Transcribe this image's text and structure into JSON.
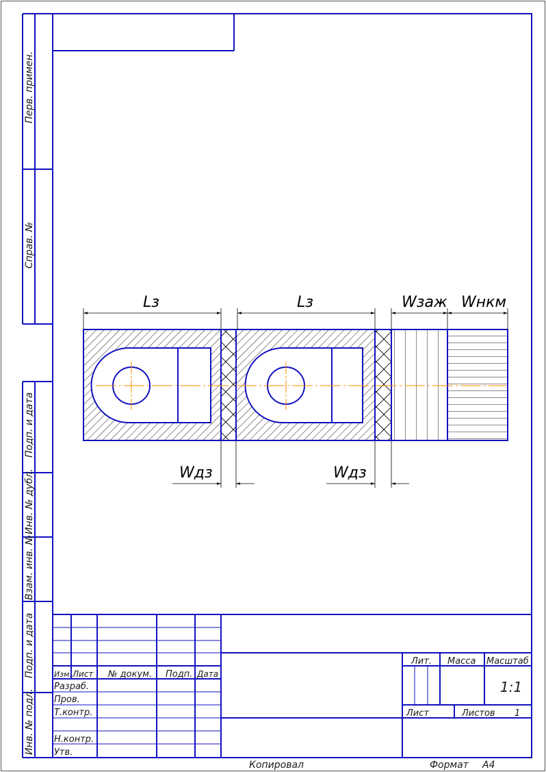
{
  "side_labels": {
    "perv_primen": "Перв. примен.",
    "sprav_no": "Справ. №",
    "podp_data_1": "Подп. и дата",
    "inv_dubl": "Инв. № дубл.",
    "vzam_inv": "Взам. инв. №",
    "podp_data_2": "Подп. и дата",
    "inv_podl": "Инв. № подл."
  },
  "title_block": {
    "headers": {
      "izm": "Изм.",
      "list": "Лист",
      "doc_no": "№ докум.",
      "podp": "Подп.",
      "data": "Дата"
    },
    "rows": {
      "razrab": "Разраб.",
      "prov": "Пров.",
      "t_kontr": "Т.контр.",
      "n_kontr": "Н.контр.",
      "utv": "Утв."
    },
    "lit": "Лит.",
    "massa": "Масса",
    "masshtab": "Масштаб",
    "scale_value": "1:1",
    "sheet_label": "Лист",
    "sheets_label": "Листов",
    "sheets_value": "1"
  },
  "footer": {
    "copied": "Копировал",
    "format_label": "Формат",
    "format_value": "A4"
  },
  "drawing": {
    "dim_L3": "Lз",
    "dim_Wdz": "Wдз",
    "dim_Wzazh": "Wзаж",
    "dim_Wnkm": "Wнкм",
    "colors": {
      "frame": "#1010c0",
      "centerline": "#ff8c00",
      "dimension": "#000000"
    }
  }
}
